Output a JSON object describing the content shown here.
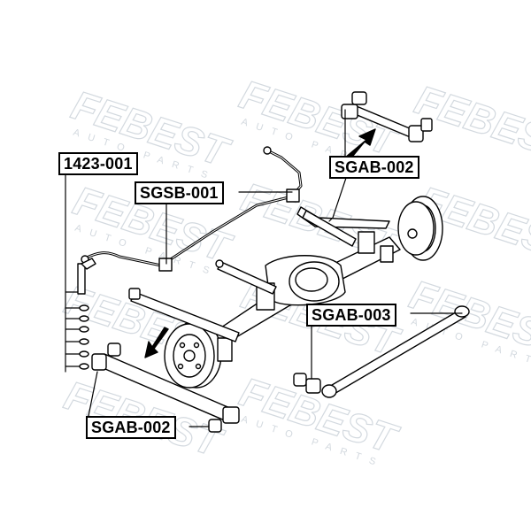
{
  "watermark": {
    "brand": "FEBEST",
    "tagline": "AUTO PARTS",
    "color": "#cfd6dd"
  },
  "labels": {
    "stabilizer_link": "1423-001",
    "stabilizer_bushing": "SGSB-001",
    "arm_bushing_top": "SGAB-002",
    "arm_bushing_lateral": "SGAB-003",
    "arm_bushing_bottom": "SGAB-002"
  },
  "colors": {
    "line": "#000000",
    "label_border": "#000000",
    "label_background": "#ffffff"
  }
}
